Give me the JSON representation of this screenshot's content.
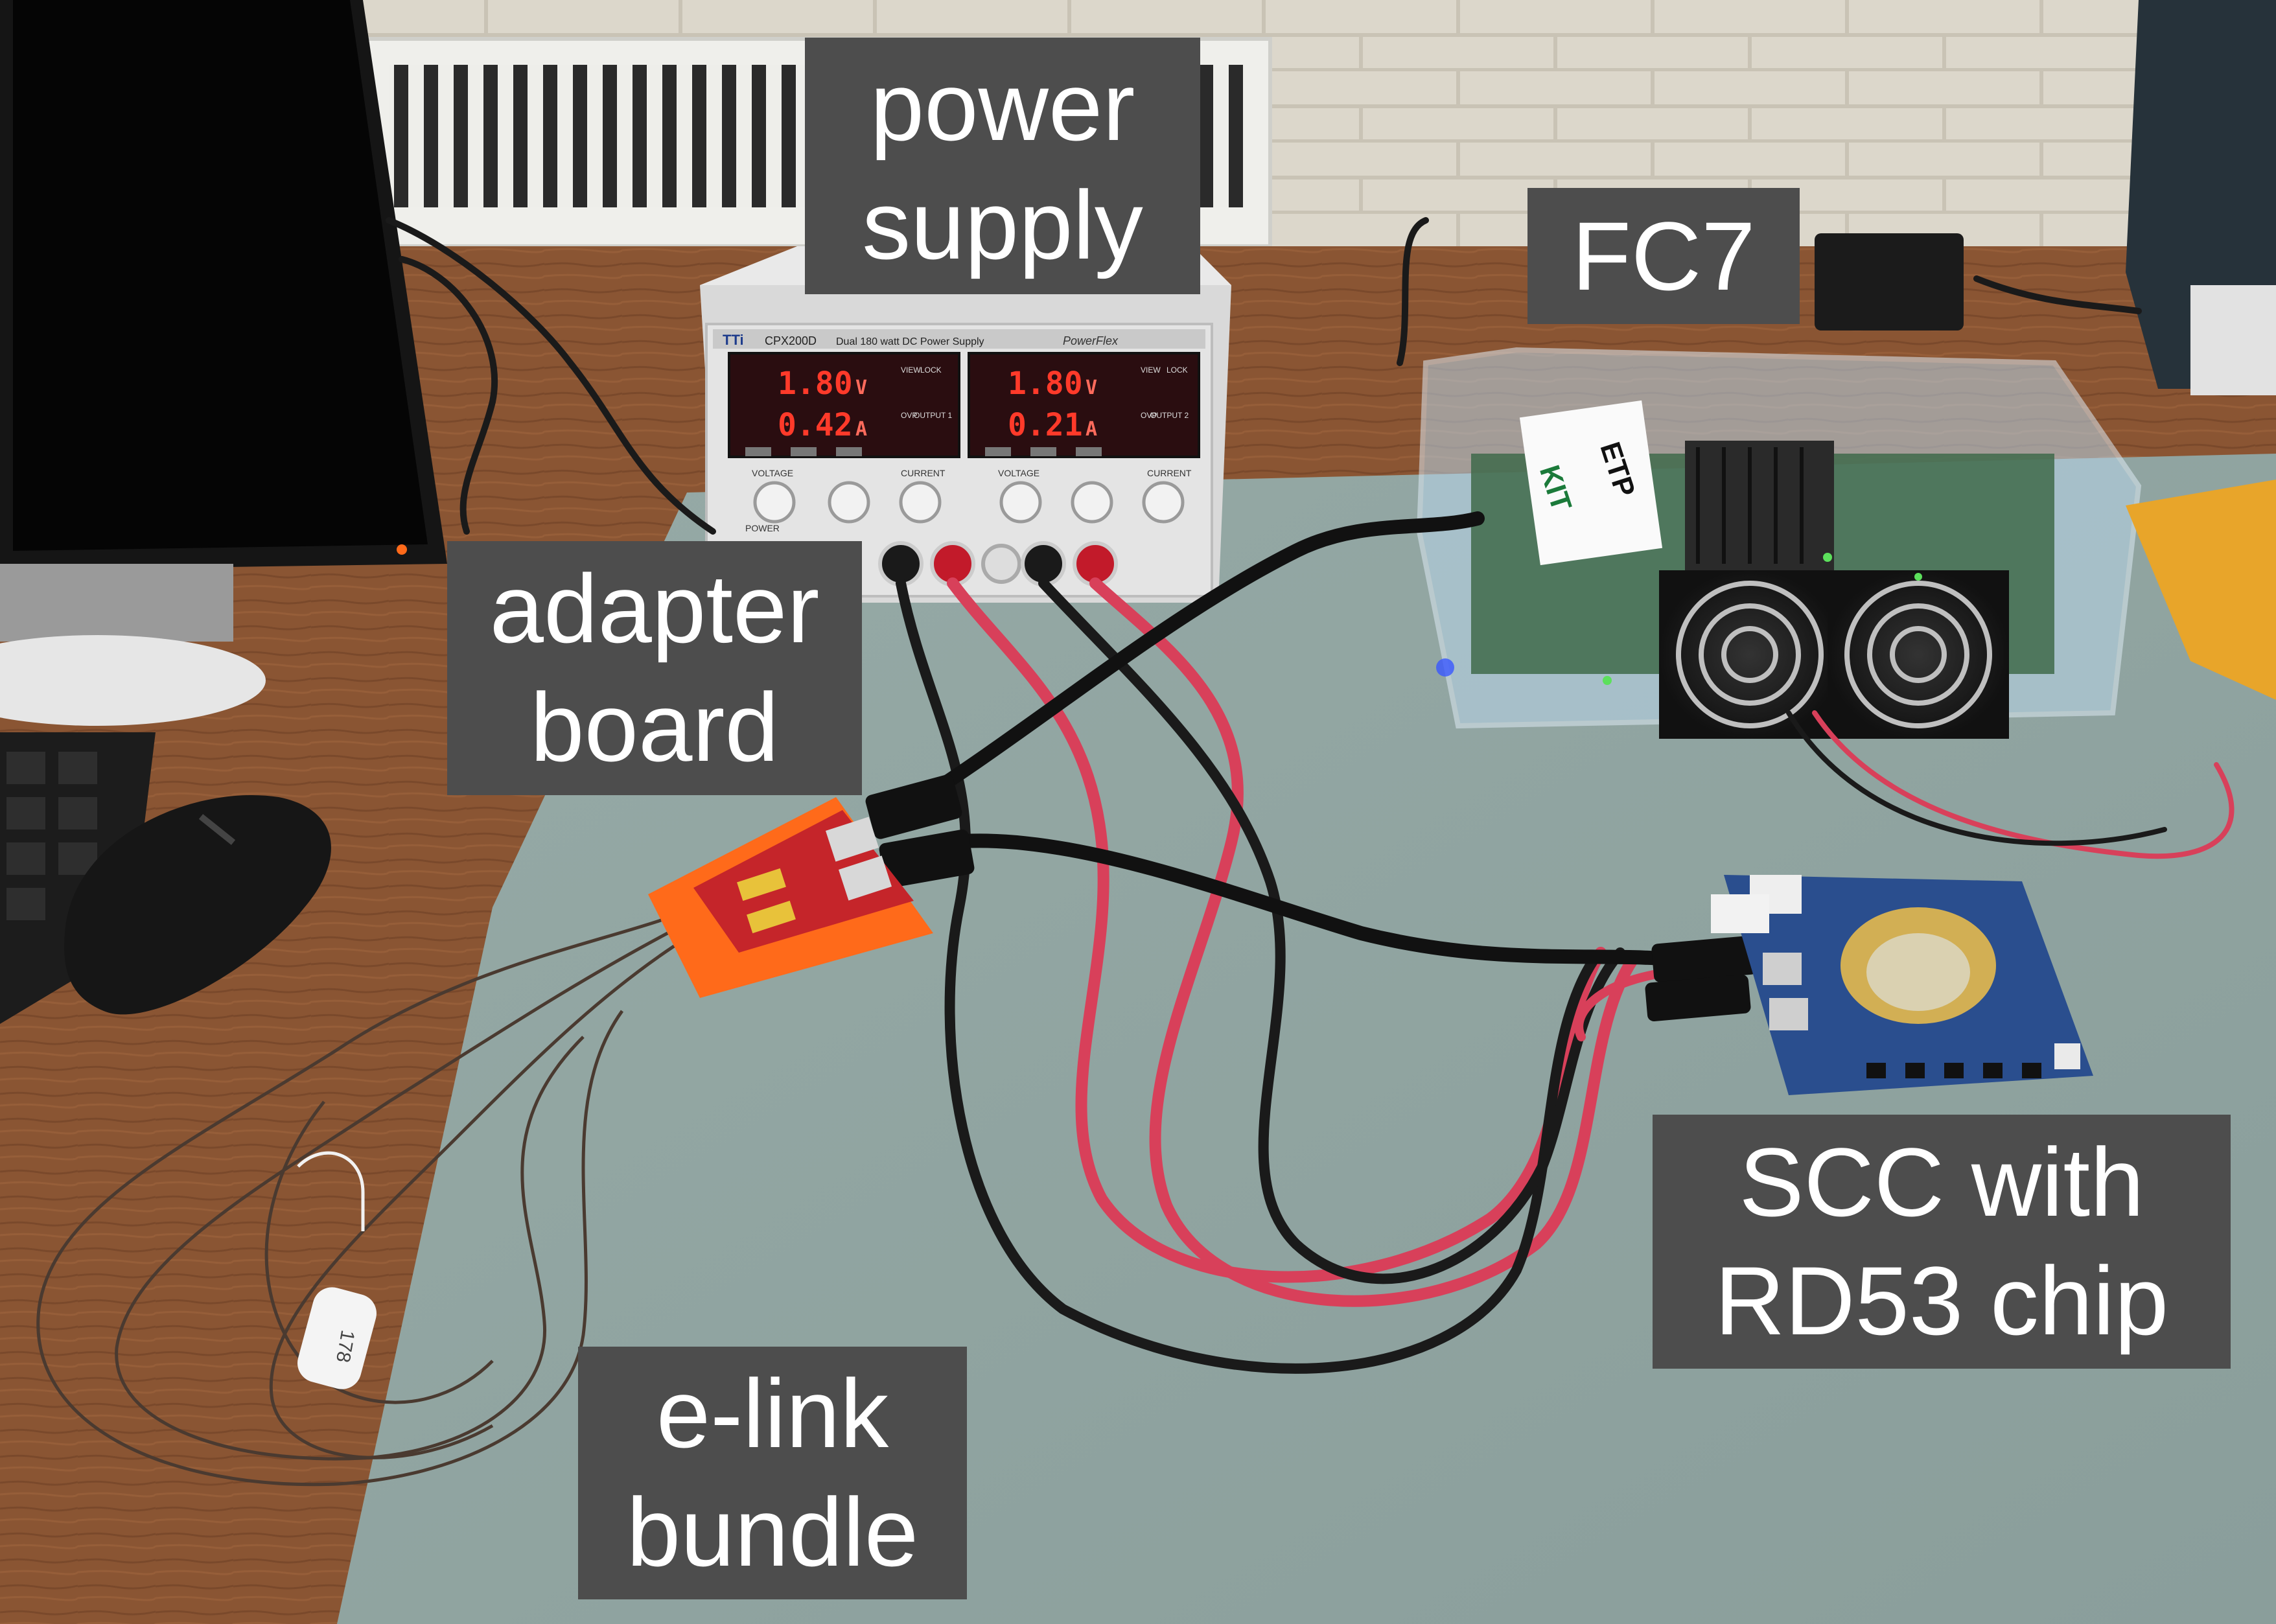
{
  "labels": {
    "power_supply": [
      "power",
      "supply"
    ],
    "fc7": [
      "FC7"
    ],
    "adapter_board": [
      "adapter",
      "board"
    ],
    "scc": [
      "SCC with",
      "RD53 chip"
    ],
    "elink": [
      "e-link",
      "bundle"
    ]
  },
  "psu": {
    "brand": "TTi",
    "model": "CPX200D",
    "description": "Dual 180 watt  DC Power Supply",
    "series": "PowerFlex",
    "ch1_voltage": "1.80",
    "ch1_current": "0.42",
    "ch2_voltage": "1.80",
    "ch2_current": "0.21",
    "unit_v": "V",
    "unit_a": "A",
    "voltage_label": "VOLTAGE",
    "current_label": "CURRENT",
    "output1_label": "OUTPUT 1",
    "output2_label": "OUTPUT 2",
    "view_label": "VIEW",
    "lock_label": "LOCK",
    "ovp_label": "OVP",
    "power_label": "POWER"
  },
  "fc7": {
    "logo_left": "ETP",
    "logo_right": "KIT"
  },
  "tag": {
    "text": "178"
  },
  "colors": {
    "desk_wood": "#8a5533",
    "mat": "#8fa39f",
    "wall": "#ddd8cc",
    "label_bg": "#4d4d4d",
    "label_text": "#ffffff",
    "led_red": "#ff3a2a",
    "cable_red": "#d8405a",
    "cable_black": "#1a1a1a",
    "pcb_blue": "#2a4e8e",
    "pcb_red": "#c5252a",
    "orange_base": "#ff6a1a"
  }
}
